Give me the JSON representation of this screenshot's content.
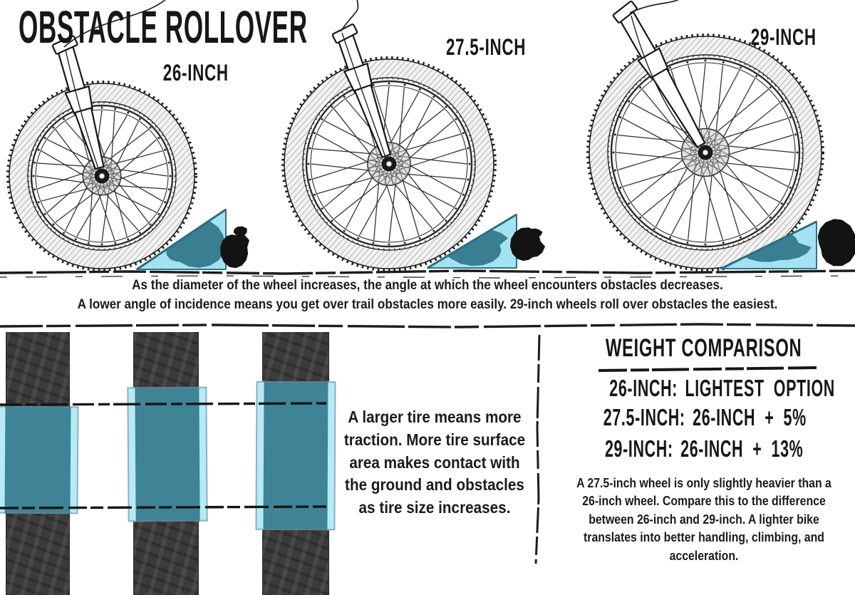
{
  "title": "OBSTACLE ROLLOVER",
  "wheels": [
    {
      "label": "26-INCH"
    },
    {
      "label": "27.5-INCH"
    },
    {
      "label": "29-INCH"
    }
  ],
  "rollover_caption": "As the diameter of the wheel increases, the angle at which the wheel encounters obstacles decreases.\nA lower angle of incidence means you get over trail obstacles more easily. 29-inch wheels roll over obstacles the easiest.",
  "traction_text": "A larger tire means more\ntraction. More tire surface\narea makes contact with\nthe ground and obstacles\nas tire size increases.",
  "weight_comparison": {
    "heading": "WEIGHT COMPARISON",
    "rows": [
      {
        "size": "26-INCH:",
        "value": "LIGHTEST OPTION"
      },
      {
        "size": "27.5-INCH:",
        "value": "26-INCH + 5%"
      },
      {
        "size": "29-INCH:",
        "value": "26-INCH + 13%"
      }
    ],
    "note": "A 27.5-inch wheel is only slightly heavier than a\n26-inch wheel. Compare this to the difference\nbetween 26-inch and 29-inch. A lighter bike\ntranslates into better handling, climbing, and\nacceleration."
  },
  "colors": {
    "cyan_light": "#a4e2f2",
    "teal_overlap": "#3f8397",
    "teal_rock": "#3a7e91",
    "tire_dark": "#3b3b3b",
    "ink": "#171717"
  }
}
